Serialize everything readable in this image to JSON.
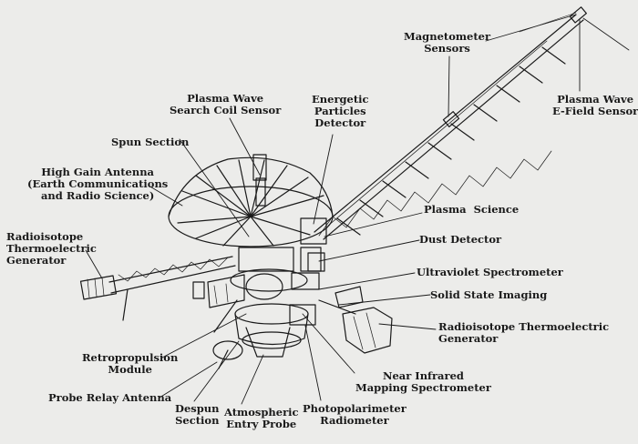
{
  "labels": {
    "magnetometer_sensors": "Magnetometer\nSensors",
    "plasma_wave_efield_sensor": "Plasma Wave\nE-Field Sensor",
    "plasma_wave_search_coil_sensor": "Plasma Wave\nSearch Coil Sensor",
    "energetic_particles_detector": "Energetic\nParticles\nDetector",
    "spun_section": "Spun Section",
    "high_gain_antenna": "High Gain Antenna\n(Earth Communications\nand Radio Science)",
    "radioisotope_thermoelectric_generator_left": "Radioisotope\nThermoelectric\nGenerator",
    "plasma_science": "Plasma  Science",
    "dust_detector": "Dust Detector",
    "ultraviolet_spectrometer": "Ultraviolet Spectrometer",
    "solid_state_imaging": "Solid State Imaging",
    "radioisotope_thermoelectric_generator_right": "Radioisotope Thermoelectric\nGenerator",
    "retropropulsion_module": "Retropropulsion\nModule",
    "probe_relay_antenna": "Probe Relay Antenna",
    "despun_section": "Despun\nSection",
    "atmospheric_entry_probe": "Atmospheric\nEntry Probe",
    "photopolarimeter_radiometer": "Photopolarimeter\nRadiometer",
    "near_infrared_mapping_spectrometer": "Near Infrared\nMapping Spectrometer"
  },
  "colors": {
    "background": "#ececea",
    "ink": "#1a1a1a"
  }
}
